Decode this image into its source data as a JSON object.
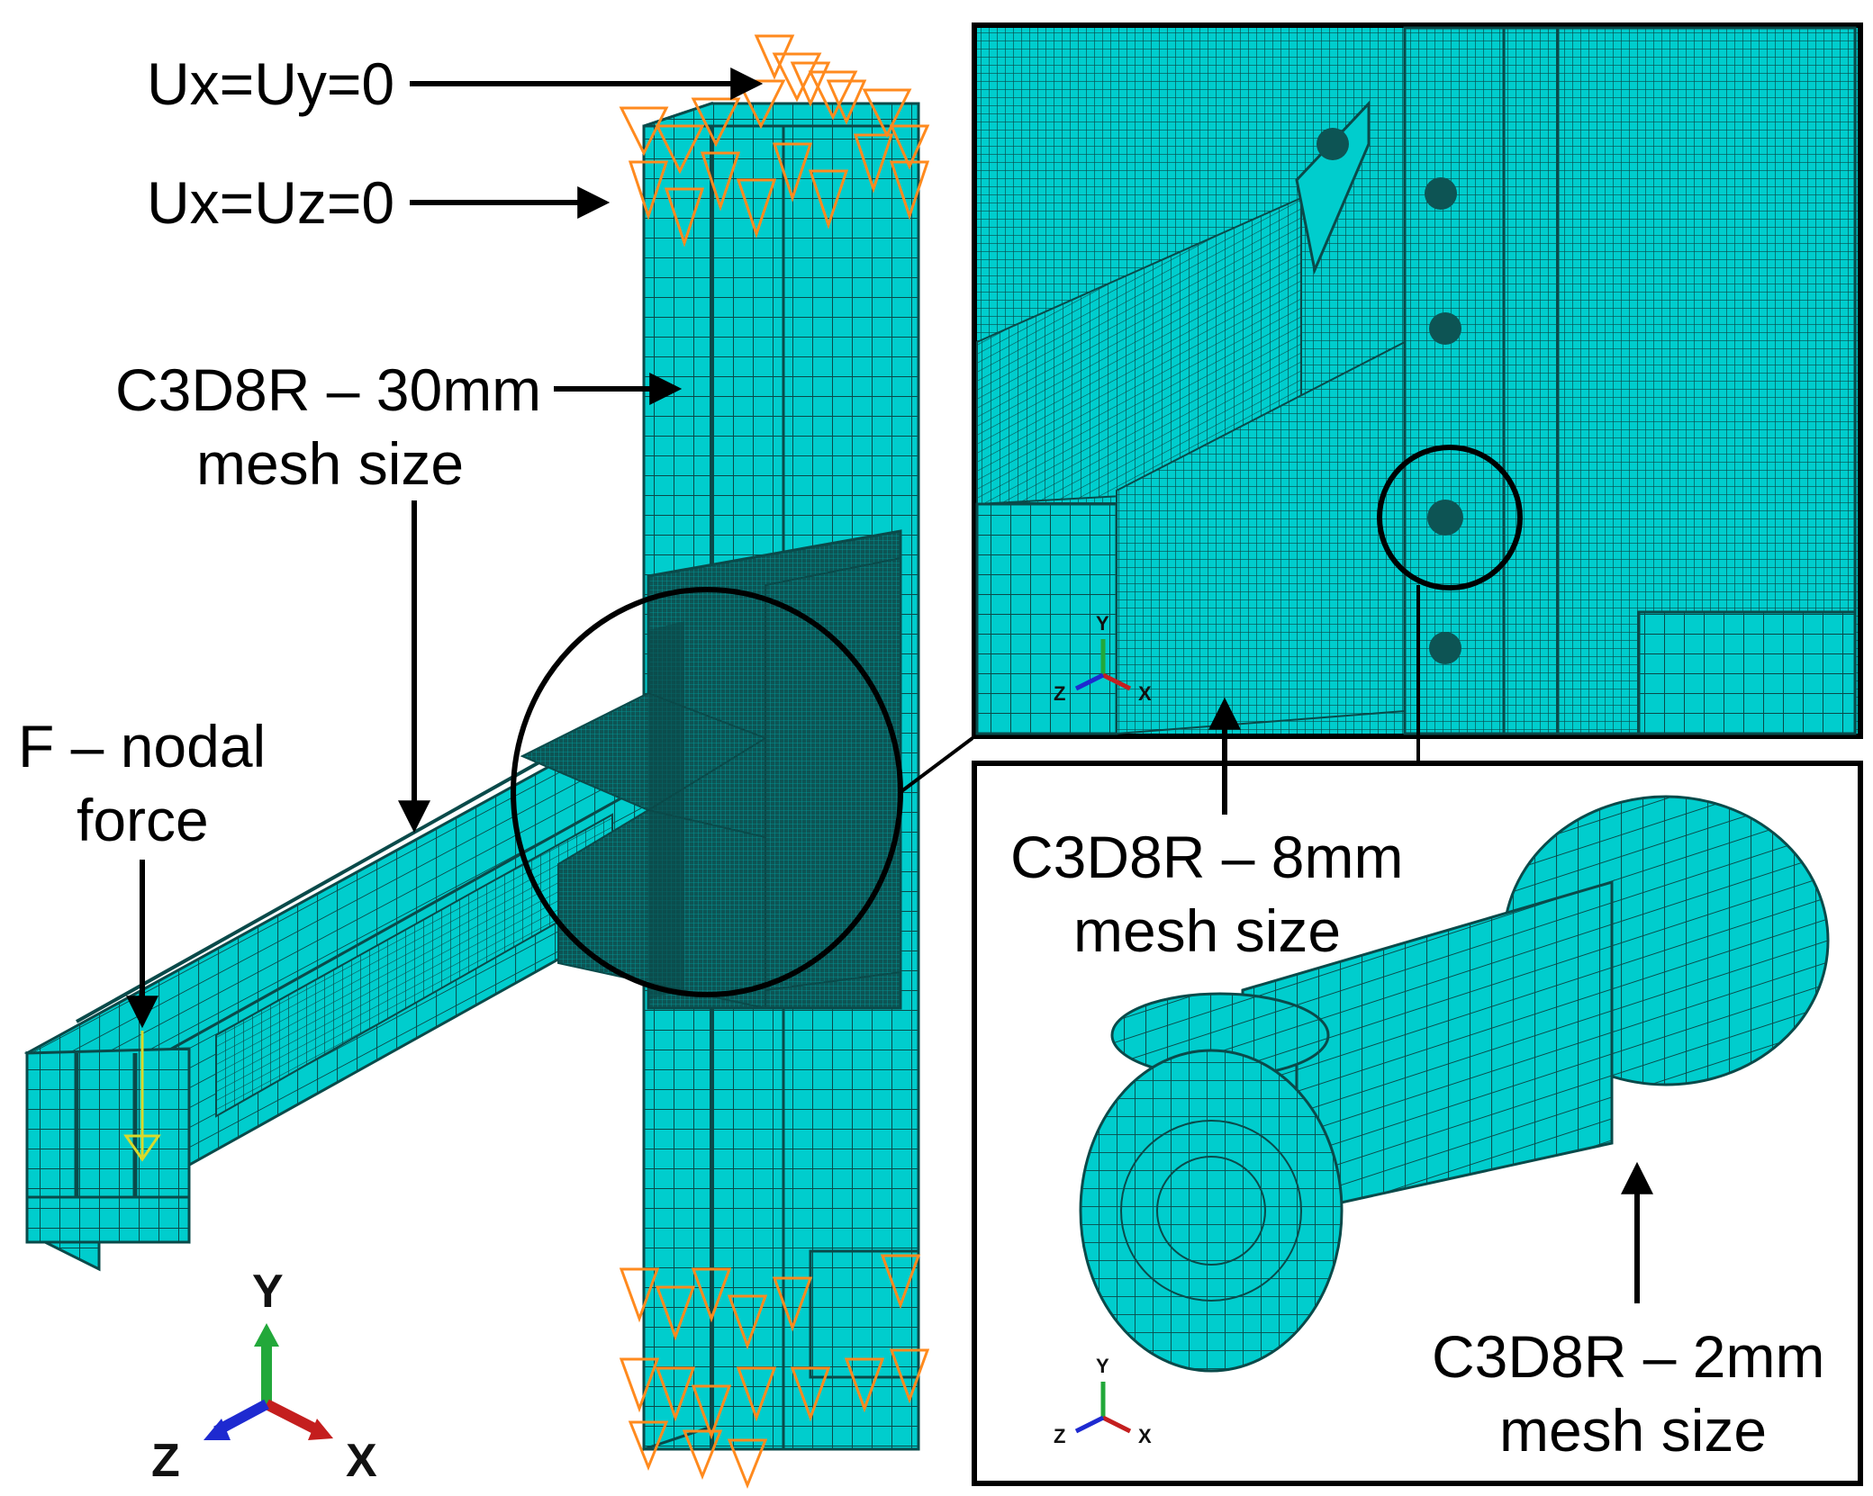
{
  "colors": {
    "mesh_fill": "#00cdcd",
    "mesh_fill_light": "#22e0e0",
    "mesh_line": "#0a4a4a",
    "dense_mesh": "#0d5454",
    "boundary_marker": "#ff8a1e",
    "force_marker": "#d9d92a",
    "axis_x": "#c41e1e",
    "axis_y": "#22a83a",
    "axis_z": "#1e2ad0"
  },
  "labels": {
    "bc_top": "Ux=Uy=0",
    "bc_second": "Ux=Uz=0",
    "mesh_30_line1": "C3D8R – 30mm",
    "mesh_30_line2": "mesh size",
    "force_line1": "F – nodal",
    "force_line2": "force",
    "mesh_8_line1": "C3D8R – 8mm",
    "mesh_8_line2": "mesh size",
    "mesh_2_line1": "C3D8R – 2mm",
    "mesh_2_line2": "mesh size"
  },
  "triad_main": {
    "y": "Y",
    "z": "Z",
    "x": "X"
  },
  "triad_detail": {
    "y": "Y",
    "z": "Z",
    "x": "X"
  },
  "triad_bolt": {
    "y": "Y",
    "z": "Z",
    "x": "X"
  }
}
